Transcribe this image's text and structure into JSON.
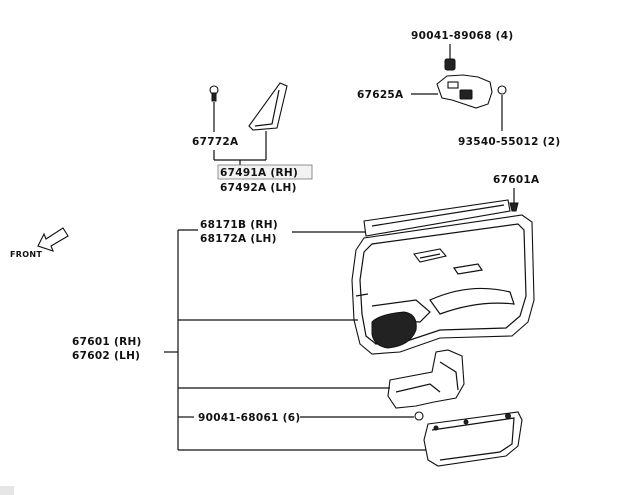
{
  "labels": {
    "p90041_89068": "90041-89068 (4)",
    "p67625A": "67625A",
    "p93540_55012": "93540-55012 (2)",
    "p67772A": "67772A",
    "p67491A_rh": "67491A (RH)",
    "p67492A_lh": "67492A (LH)",
    "p67601A": "67601A",
    "p68171B_rh": "68171B (RH)",
    "p68172A_lh": "68172A (LH)",
    "front": "FRONT",
    "p67601_rh": "67601 (RH)",
    "p67602_lh": "67602 (LH)",
    "p90041_68061": "90041-68061 (6)"
  },
  "highlighted_label": "67491A (RH)"
}
